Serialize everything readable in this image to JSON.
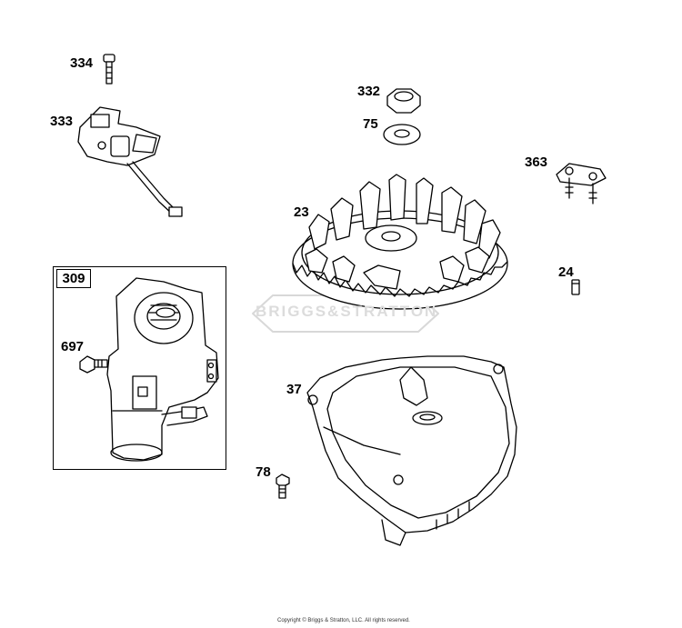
{
  "callouts": {
    "p334": "334",
    "p333": "333",
    "p332": "332",
    "p75": "75",
    "p363": "363",
    "p23": "23",
    "p24": "24",
    "p309": "309",
    "p697": "697",
    "p37": "37",
    "p78": "78"
  },
  "watermark": "BRIGGS&STRATTON",
  "copyright": "Copyright © Briggs & Stratton, LLC. All rights reserved."
}
